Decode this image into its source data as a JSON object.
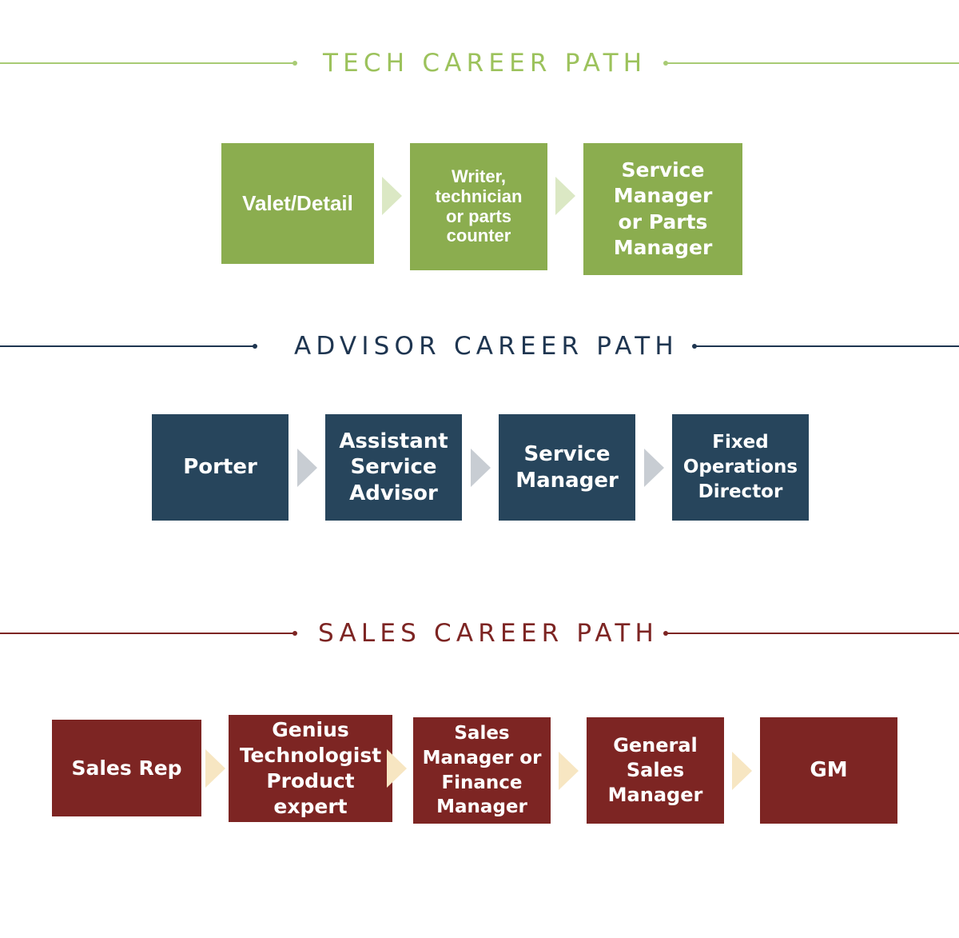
{
  "colors": {
    "tech": "#8bad4f",
    "tech_header": "#9cc25c",
    "tech_arrow": "#dbe8c4",
    "advisor": "#27455c",
    "advisor_header": "#1e3550",
    "advisor_arrow": "#c8cdd3",
    "sales": "#7d2523",
    "sales_header": "#7d2523",
    "sales_arrow": "#f7e6c2"
  },
  "tech": {
    "title": "TECH CAREER PATH",
    "steps": [
      "Valet/Detail",
      "Writer, technician or parts counter",
      "Service Manager or Parts Manager"
    ]
  },
  "advisor": {
    "title": "ADVISOR CAREER PATH",
    "steps": [
      "Porter",
      "Assistant Service Advisor",
      "Service Manager",
      "Fixed Operations Director"
    ]
  },
  "sales": {
    "title": "SALES CAREER PATH",
    "steps": [
      "Sales Rep",
      "Genius Technologist Product expert",
      "Sales Manager or Finance Manager",
      "General Sales Manager",
      "GM"
    ]
  }
}
